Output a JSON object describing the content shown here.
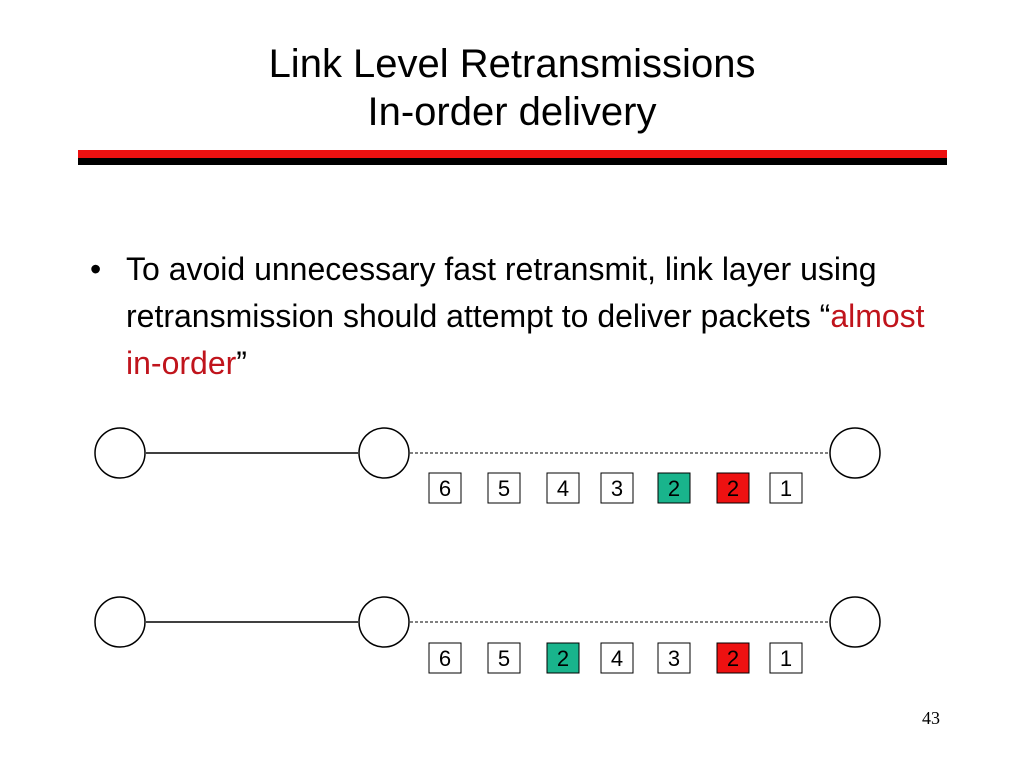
{
  "slide": {
    "title_line1": "Link Level Retransmissions",
    "title_line2": "In-order delivery",
    "bullet_marker": "•",
    "bullet_before": "To avoid unnecessary fast retransmit, link layer using retransmission should attempt to deliver packets “",
    "bullet_highlight": "almost in-order",
    "bullet_after": "”",
    "page_number": "43"
  },
  "colors": {
    "rule_red": "#ee1111",
    "rule_black": "#000000",
    "highlight_text": "#c0141c",
    "packet_green": "#19b48c",
    "packet_red": "#ee1111",
    "packet_default": "#ffffff"
  },
  "diagrams": [
    {
      "packets": [
        {
          "label": "6",
          "color": "white"
        },
        {
          "label": "5",
          "color": "white"
        },
        {
          "label": "4",
          "color": "white"
        },
        {
          "label": "3",
          "color": "white"
        },
        {
          "label": "2",
          "color": "green"
        },
        {
          "label": "2",
          "color": "red"
        },
        {
          "label": "1",
          "color": "white"
        }
      ]
    },
    {
      "packets": [
        {
          "label": "6",
          "color": "white"
        },
        {
          "label": "5",
          "color": "white"
        },
        {
          "label": "2",
          "color": "green"
        },
        {
          "label": "4",
          "color": "white"
        },
        {
          "label": "3",
          "color": "white"
        },
        {
          "label": "2",
          "color": "red"
        },
        {
          "label": "1",
          "color": "white"
        }
      ]
    }
  ]
}
